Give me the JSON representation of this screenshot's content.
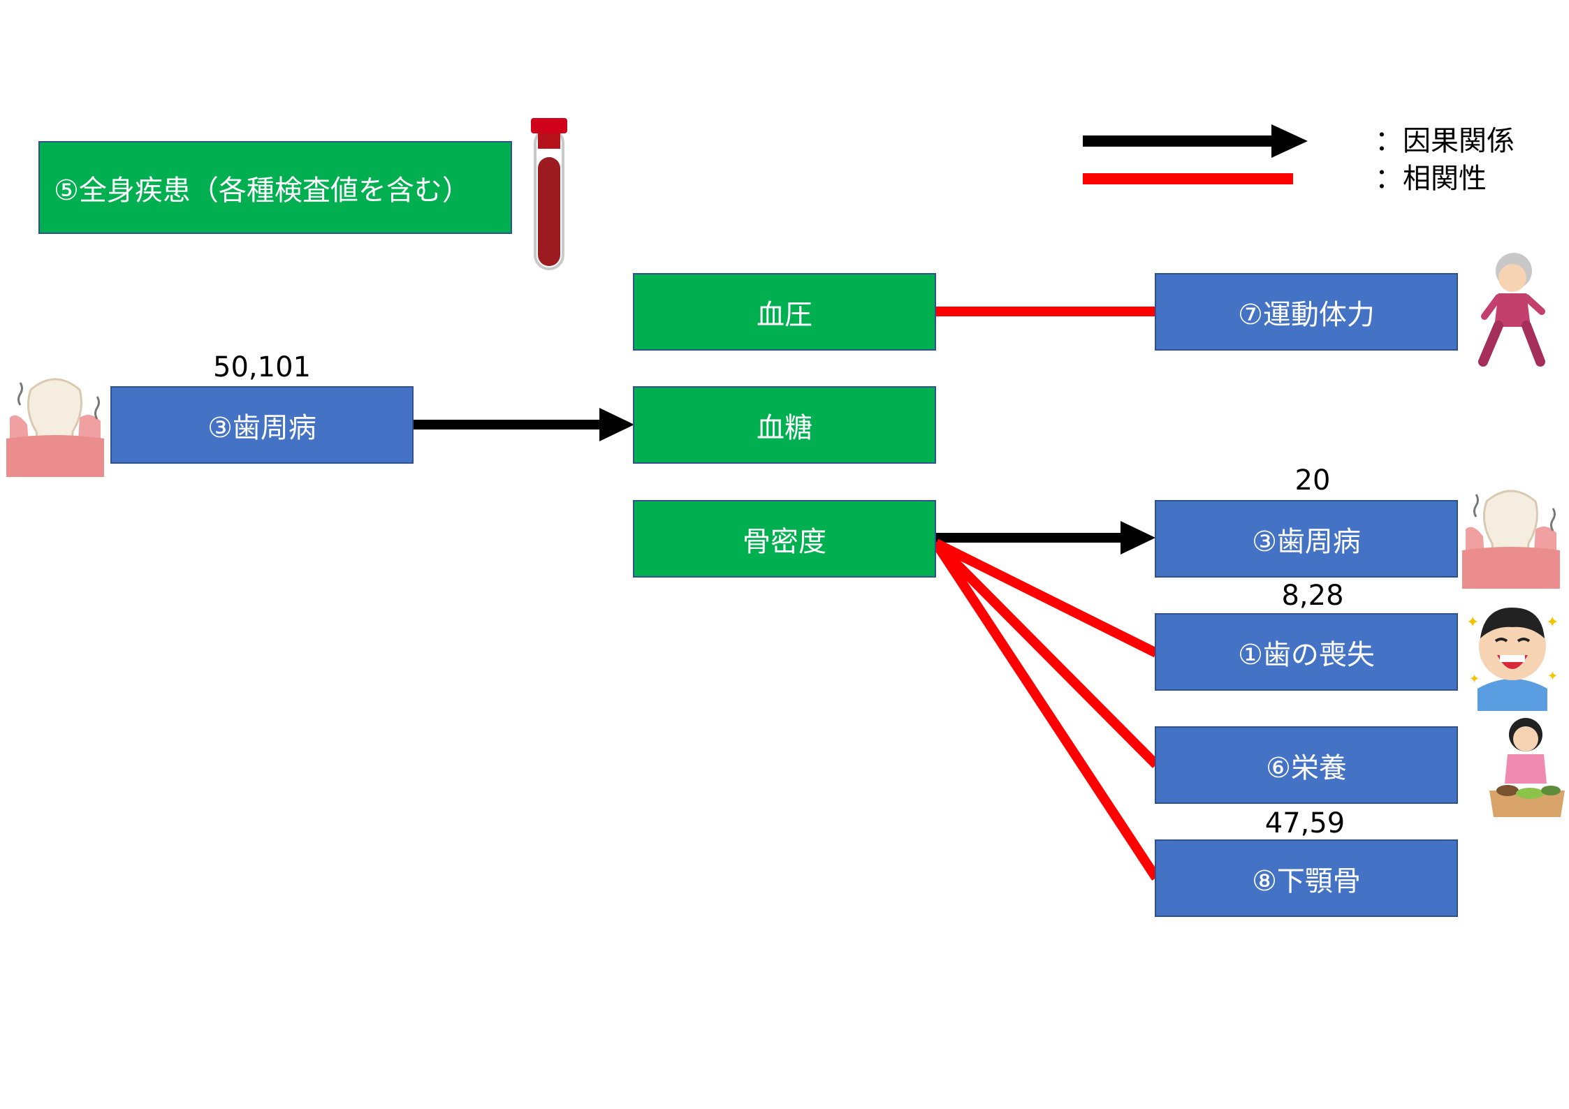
{
  "legend": {
    "causal_label": "：因果関係",
    "correlation_label": "：相関性",
    "causal_color": "#000000",
    "correlation_color": "#ff0000"
  },
  "nodes": {
    "systemic_disease": "⑤全身疾患（各種検査値を含む）",
    "blood_pressure": "血圧",
    "blood_sugar": "血糖",
    "bone_density": "骨密度",
    "periodontal_left": "③歯周病",
    "exercise": "⑦運動体力",
    "periodontal_right": "③歯周病",
    "tooth_loss": "①歯の喪失",
    "nutrition": "⑥栄養",
    "mandible": "⑧下顎骨"
  },
  "numbers": {
    "periodontal_left_refs": "50,101",
    "periodontal_right_refs": "20",
    "tooth_loss_refs": "8,28",
    "mandible_refs": "47,59"
  },
  "colors": {
    "green_node": "#00b050",
    "blue_node": "#4472c4"
  },
  "icons": {
    "blood_tube": "blood-tube-icon",
    "tooth_left": "periodontal-tooth-icon",
    "tooth_right": "periodontal-tooth-icon",
    "elderly": "elderly-exercise-icon",
    "smiling_boy": "smiling-boy-icon",
    "eating_woman": "eating-woman-icon"
  }
}
